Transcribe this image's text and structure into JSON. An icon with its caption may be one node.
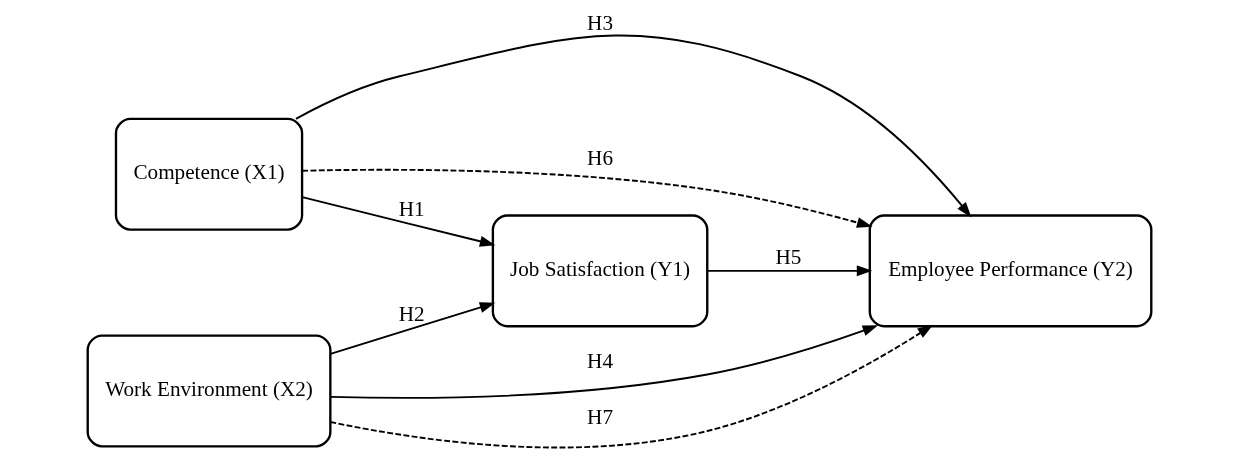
{
  "diagram": {
    "nodes": [
      {
        "text": [
          "Competence (X1)"
        ]
      },
      {
        "text": [
          "Job Satisfaction (Y1)"
        ]
      },
      {
        "text": [
          "Employee Performance (Y2)"
        ]
      },
      {
        "text": [
          "Work Environment (X2)"
        ]
      }
    ],
    "edges": [
      {
        "from": 0,
        "to": 1,
        "arrow": "to",
        "label": "H1"
      },
      {
        "from": 3,
        "to": 1,
        "arrow": "to",
        "label": "H2"
      },
      {
        "from": 0,
        "to": 2,
        "arrow": "to",
        "label": "H3"
      },
      {
        "from": 3,
        "to": 2,
        "arrow": "to",
        "label": "H4"
      },
      {
        "from": 1,
        "to": 2,
        "arrow": "to",
        "label": "H5"
      },
      {
        "from": 0,
        "to": 2,
        "arrow": "to",
        "label": "H6",
        "style": "dashed"
      },
      {
        "from": 3,
        "to": 2,
        "arrow": "to",
        "label": "H7",
        "style": "dashed"
      }
    ]
  }
}
